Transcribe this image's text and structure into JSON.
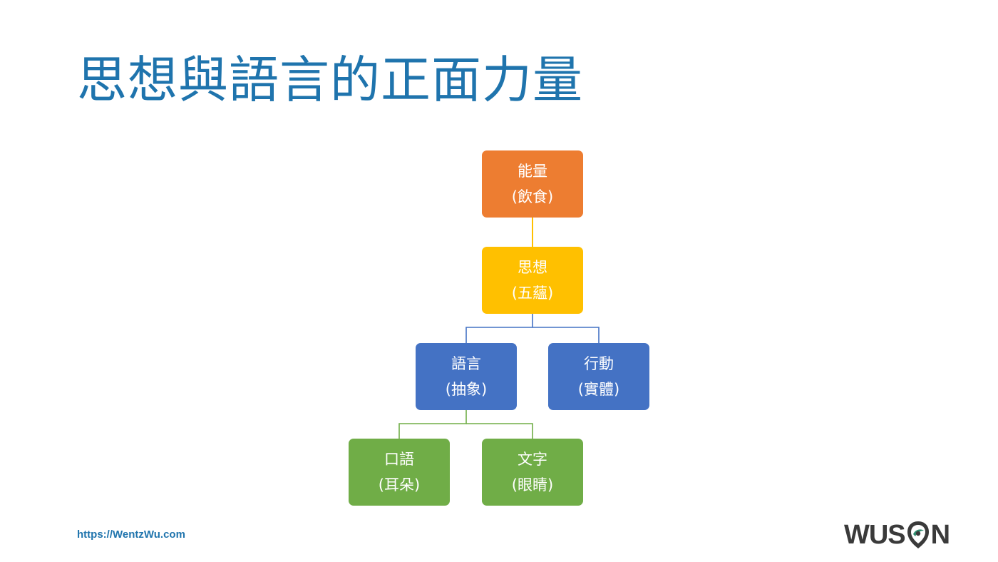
{
  "slide": {
    "title": "思想與語言的正面力量",
    "footer_url": "https://WentzWu.com",
    "logo": "WUSON"
  },
  "diagram": {
    "nodes": [
      {
        "id": "energy",
        "label": "能量",
        "sub": "(飲食)",
        "color": "#ed7d31"
      },
      {
        "id": "thought",
        "label": "思想",
        "sub": "(五蘊)",
        "color": "#ffc000"
      },
      {
        "id": "language",
        "label": "語言",
        "sub": "(抽象)",
        "color": "#4472c4"
      },
      {
        "id": "action",
        "label": "行動",
        "sub": "(實體)",
        "color": "#4472c4"
      },
      {
        "id": "speech",
        "label": "口語",
        "sub": "(耳朵)",
        "color": "#70ad47"
      },
      {
        "id": "writing",
        "label": "文字",
        "sub": "(眼睛)",
        "color": "#70ad47"
      }
    ],
    "edges": [
      {
        "from": "energy",
        "to": "thought",
        "color": "#ffc000"
      },
      {
        "from": "thought",
        "to": "language",
        "color": "#4472c4"
      },
      {
        "from": "thought",
        "to": "action",
        "color": "#4472c4"
      },
      {
        "from": "language",
        "to": "speech",
        "color": "#70ad47"
      },
      {
        "from": "language",
        "to": "writing",
        "color": "#70ad47"
      }
    ]
  },
  "colors": {
    "title": "#1f74ad",
    "logo_text": "#3a3a3a",
    "logo_shield": "#2e8b6e"
  }
}
